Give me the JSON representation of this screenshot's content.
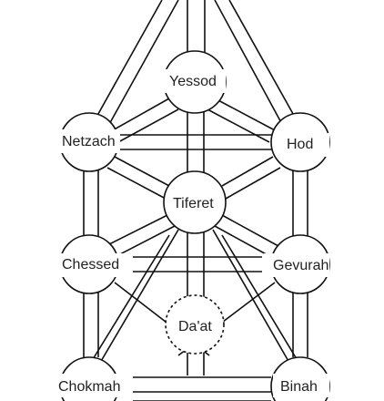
{
  "diagram": {
    "sephirot": [
      {
        "id": "yessod",
        "label": "Yessod"
      },
      {
        "id": "netzach",
        "label": "Netzach"
      },
      {
        "id": "hod",
        "label": "Hod"
      },
      {
        "id": "tiferet",
        "label": "Tiferet"
      },
      {
        "id": "chessed",
        "label": "Chessed"
      },
      {
        "id": "gevurah",
        "label": "Gevurah"
      },
      {
        "id": "daat",
        "label": "Da'at"
      },
      {
        "id": "chokmah",
        "label": "Chokmah"
      },
      {
        "id": "binah",
        "label": "Binah"
      }
    ],
    "colors": {
      "stroke": "#111111",
      "text": "#222222",
      "background": "#ffffff"
    }
  }
}
